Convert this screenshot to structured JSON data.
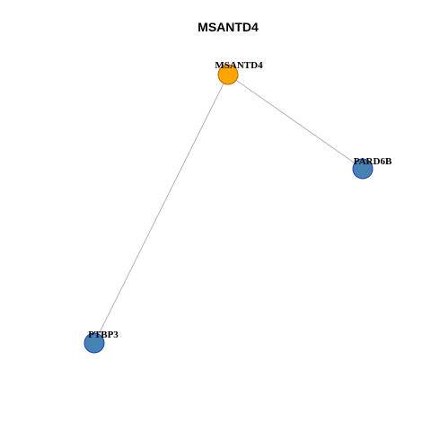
{
  "title": "MSANTD4",
  "colors": {
    "center_fill": "#FFA500",
    "center_stroke": "#B36B00",
    "neighbor_fill": "#4682B4",
    "neighbor_stroke": "#1E3FBF",
    "edge": "#B3B3B3"
  },
  "nodes": [
    {
      "id": "MSANTD4",
      "label": "MSANTD4",
      "role": "center"
    },
    {
      "id": "PARD6B",
      "label": "PARD6B",
      "role": "neighbor"
    },
    {
      "id": "PTBP3",
      "label": "PTBP3",
      "role": "neighbor"
    }
  ],
  "edges": [
    {
      "source": "MSANTD4",
      "target": "PARD6B"
    },
    {
      "source": "MSANTD4",
      "target": "PTBP3"
    }
  ]
}
